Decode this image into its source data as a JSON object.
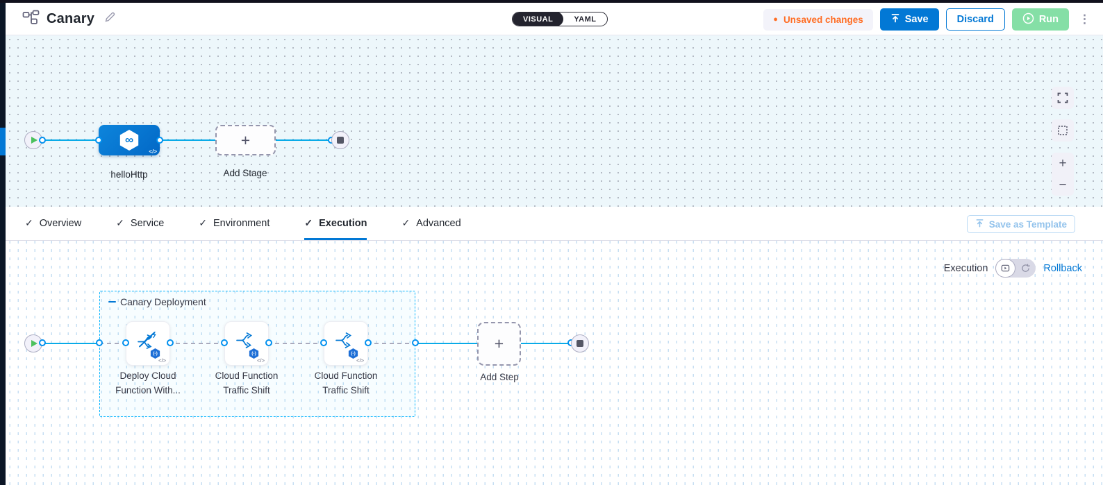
{
  "header": {
    "title": "Canary",
    "mode_toggle": {
      "visual": "VISUAL",
      "yaml": "YAML"
    },
    "unsaved_badge": "Unsaved changes",
    "save_label": "Save",
    "discard_label": "Discard",
    "run_label": "Run"
  },
  "stage_canvas": {
    "stage_name": "helloHttp",
    "add_stage_label": "Add Stage"
  },
  "tabs": [
    {
      "label": "Overview"
    },
    {
      "label": "Service"
    },
    {
      "label": "Environment"
    },
    {
      "label": "Execution"
    },
    {
      "label": "Advanced"
    }
  ],
  "save_as_template_label": "Save as Template",
  "execution_canvas": {
    "view_label": "Execution",
    "rollback_label": "Rollback",
    "group_label": "Canary Deployment",
    "steps": [
      {
        "line1": "Deploy Cloud",
        "line2": "Function With..."
      },
      {
        "line1": "Cloud Function",
        "line2": "Traffic Shift"
      },
      {
        "line1": "Cloud Function",
        "line2": "Traffic Shift"
      }
    ],
    "add_step_label": "Add Step"
  },
  "glyphs": {
    "plus": "+",
    "zoom_in": "+",
    "zoom_out": "−",
    "kebab": "⋮",
    "check": "✓",
    "infinity": "∞",
    "code": "</>",
    "unsaved_dot": "●",
    "gcf_badge": "(-)"
  },
  "colors": {
    "primary_blue": "#0278d5",
    "connector_blue": "#0aabe8",
    "group_border": "#0bb6ff",
    "unsaved_orange": "#ff6d24",
    "run_disabled_green": "#85dfa6",
    "canvas_bg": "#edf7fb"
  }
}
